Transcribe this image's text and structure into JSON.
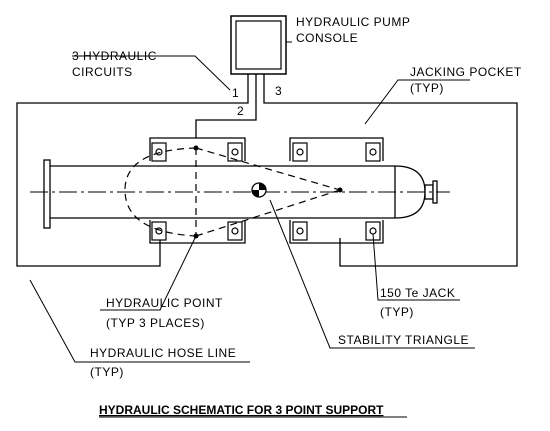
{
  "labels": {
    "pump_console_line1": "HYDRAULIC PUMP",
    "pump_console_line2": "CONSOLE",
    "circuits_line1": "3 HYDRAULIC",
    "circuits_line2": "CIRCUITS",
    "circuit_1": "1",
    "circuit_2": "2",
    "circuit_3": "3",
    "jacking_pocket_line1": "JACKING POCKET",
    "jacking_pocket_line2": "(TYP)",
    "jack_line1": "150 Te JACK",
    "jack_line2": "(TYP)",
    "hydraulic_point_line1": "HYDRAULIC POINT",
    "hydraulic_point_line2": "(TYP 3 PLACES)",
    "stability_triangle": "STABILITY TRIANGLE",
    "hose_line_line1": "HYDRAULIC HOSE LINE",
    "hose_line_line2": "(TYP)"
  },
  "caption": "HYDRAULIC SCHEMATIC FOR 3 POINT SUPPORT"
}
